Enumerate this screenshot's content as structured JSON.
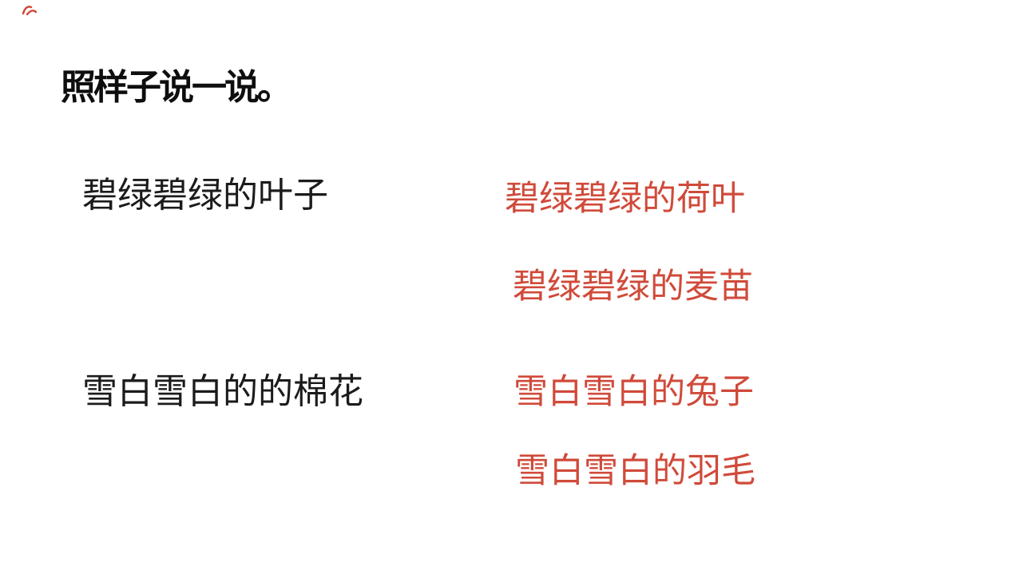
{
  "slide": {
    "title": "照样子说一说。",
    "examples": [
      {
        "prompt": "碧绿碧绿的叶子",
        "answers": [
          "碧绿碧绿的荷叶",
          "碧绿碧绿的麦苗"
        ]
      },
      {
        "prompt": "雪白雪白的的棉花",
        "answers": [
          "雪白雪白的兔子",
          "雪白雪白的羽毛"
        ]
      }
    ],
    "colors": {
      "background": "#ffffff",
      "title_black": "#0e0e0e",
      "prompt_black": "#1b1b1b",
      "answer_red": "#d04a3a"
    },
    "icons": {
      "corner_mark": "red-scribble-mark"
    }
  }
}
